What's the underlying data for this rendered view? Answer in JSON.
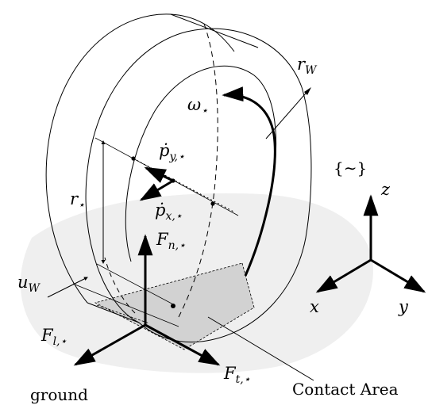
{
  "labels": {
    "r_W": {
      "main": "r",
      "sub": "W"
    },
    "omega": {
      "main": "ω",
      "sub": "⋆"
    },
    "p_y": {
      "main": "ṗ",
      "sub": "y,⋆"
    },
    "p_x": {
      "main": "ṗ",
      "sub": "x,⋆"
    },
    "r_star": {
      "main": "r",
      "sub": "⋆"
    },
    "F_n": {
      "main": "F",
      "sub": "n,⋆"
    },
    "u_W": {
      "main": "u",
      "sub": "W"
    },
    "F_l": {
      "main": "F",
      "sub": "l,⋆"
    },
    "F_t": {
      "main": "F",
      "sub": "t,⋆"
    },
    "frame": "{∼}",
    "axis_z": "z",
    "axis_x": "x",
    "axis_y": "y",
    "ground": "ground",
    "contact_area": "Contact Area"
  },
  "colors": {
    "ground": "#efefef",
    "contact_patch": "#d2d2d2",
    "ink": "#000000"
  }
}
